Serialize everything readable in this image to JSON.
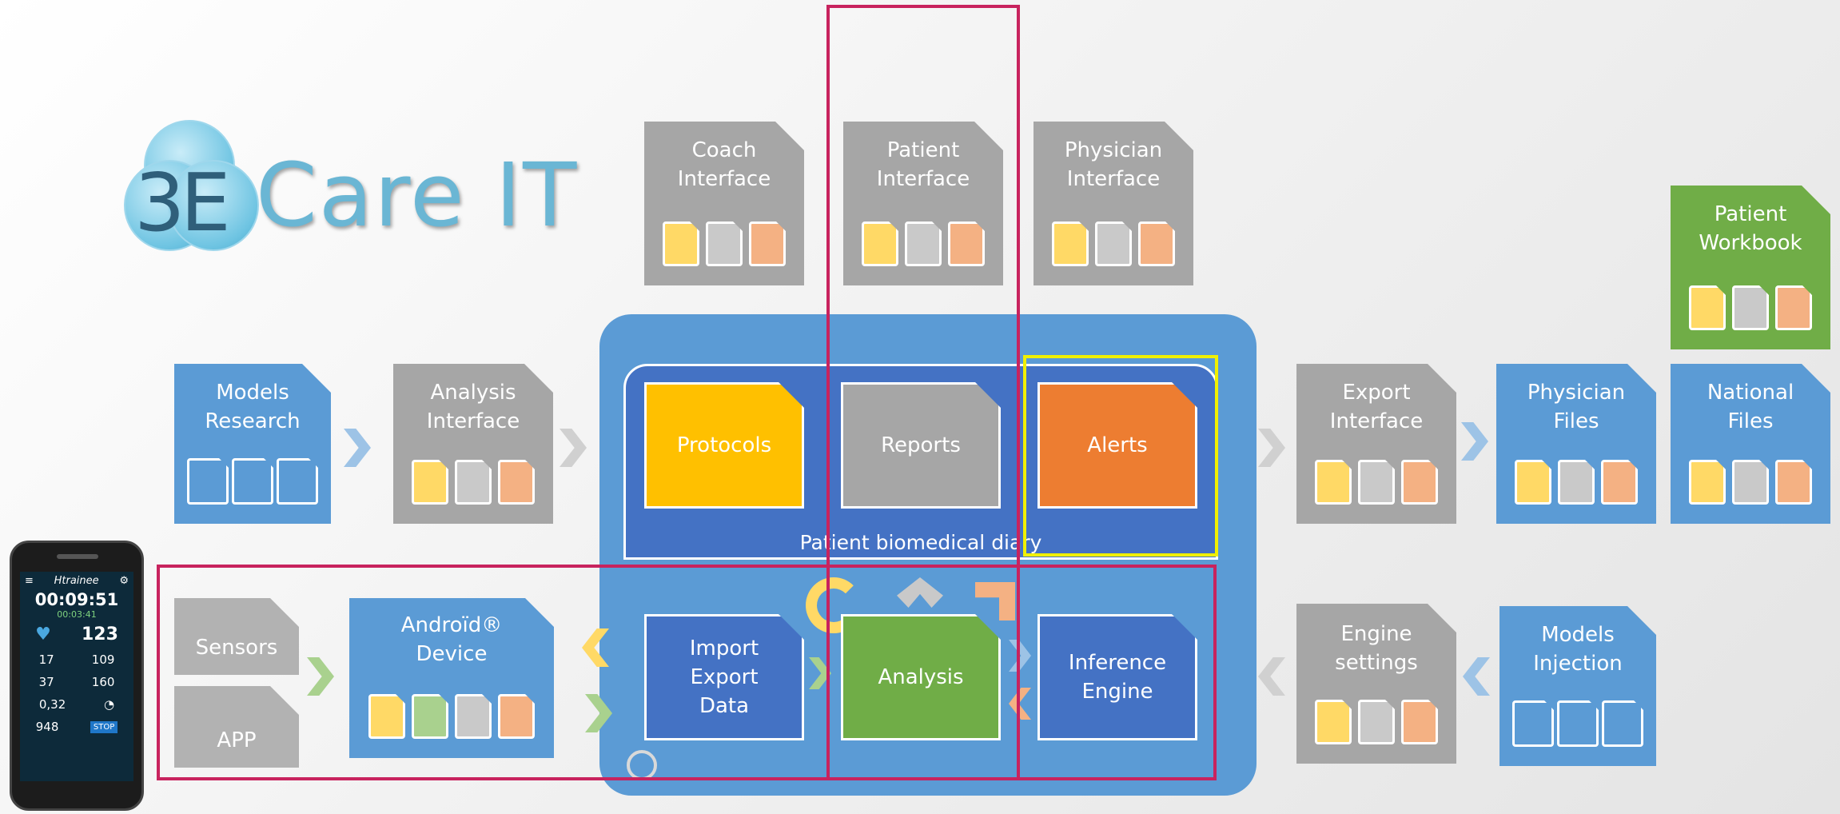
{
  "logo": {
    "prefix": "3E",
    "name": "Care IT"
  },
  "interfaces": {
    "coach": "Coach\nInterface",
    "patient": "Patient\nInterface",
    "physician": "Physician\nInterface",
    "patient_workbook": "Patient\nWorkbook",
    "models_research": "Models\nResearch",
    "analysis": "Analysis\nInterface",
    "export": "Export\nInterface",
    "physician_files": "Physician\nFiles",
    "national_files": "National\nFiles",
    "sensors": "Sensors",
    "app": "APP",
    "android": "Androïd®\nDevice",
    "engine_settings": "Engine\nsettings",
    "models_injection": "Models\nInjection"
  },
  "core": {
    "protocols": "Protocols",
    "reports": "Reports",
    "alerts": "Alerts",
    "diary_label": "Patient biomedical diary",
    "import_export": "Import\nExport\nData",
    "analysis": "Analysis",
    "inference": "Inference\nEngine"
  },
  "phone": {
    "app_name": "Htrainee",
    "timer": "00:09:51",
    "sub_timer": "00:03:41",
    "heart_rate": "123",
    "v1": "17",
    "v2": "109",
    "v3": "37",
    "v4": "160",
    "v5": "0,32",
    "v6": "948",
    "stop": "STOP"
  },
  "colors": {
    "gray": "#a6a6a6",
    "blue": "#5b9bd5",
    "dark_blue": "#4472c4",
    "green": "#70ad47",
    "yellow": "#ffc000",
    "orange": "#ed7d31",
    "highlight_red": "#c8235e",
    "highlight_yellow": "#f0f000"
  }
}
